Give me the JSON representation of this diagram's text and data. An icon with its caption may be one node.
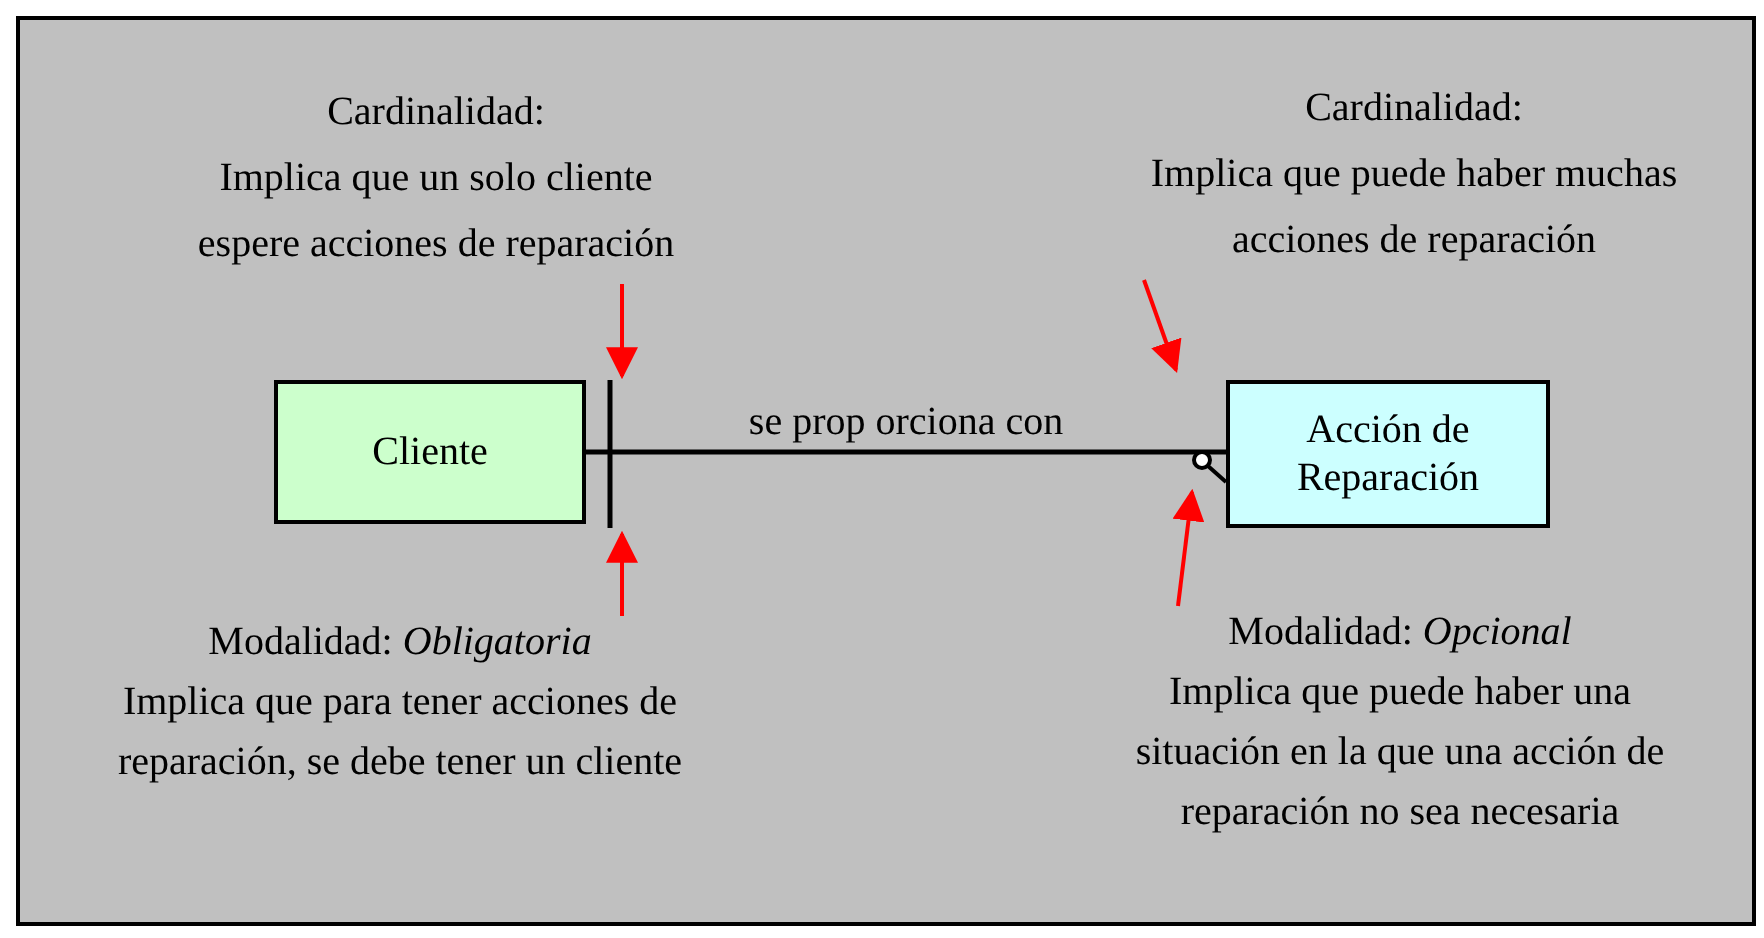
{
  "diagram": {
    "nodes": [
      {
        "text": [
          "Cliente"
        ]
      },
      {
        "text": [
          "Acción de Reparación"
        ]
      },
      {
        "text": [
          "Cardinalidad:",
          "Implica que un solo cliente espere acciones de reparación"
        ]
      },
      {
        "text": [
          "Cardinalidad:",
          "Implica que puede haber muchas acciones de reparación"
        ]
      },
      {
        "text": [
          "Modalidad: *Obligatoria*",
          "Implica que para tener acciones de reparación, se debe tener un cliente"
        ]
      },
      {
        "text": [
          "Modalidad: *Opcional*",
          "Implica que puede haber una situación en la que una acción de reparación no sea necesaria"
        ]
      }
    ],
    "edges": [
      {
        "from": 0,
        "to": 1,
        "arrow": "other",
        "label": "se prop orciona con",
        "color": "#000000"
      },
      {
        "from": 2,
        "to": 0,
        "arrow": "to",
        "color": "#ff0000"
      },
      {
        "from": 3,
        "to": 1,
        "arrow": "to",
        "color": "#ff0000"
      },
      {
        "from": 4,
        "to": 0,
        "arrow": "to",
        "color": "#ff0000"
      },
      {
        "from": 5,
        "to": 1,
        "arrow": "to",
        "color": "#ff0000"
      }
    ]
  }
}
